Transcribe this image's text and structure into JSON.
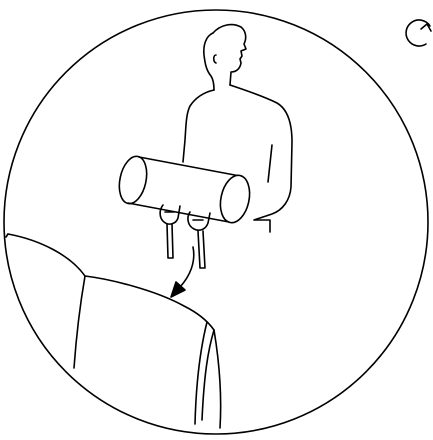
{
  "illustration": {
    "icons": {
      "step_marker": "rotate-arrow-icon",
      "person": "person-figure",
      "packaged_part": "cylindrical-package",
      "motion": "downward-arrow-icon",
      "vehicle": "vehicle-seat-outline"
    },
    "colors": {
      "line": "#000000",
      "background": "#ffffff"
    }
  }
}
